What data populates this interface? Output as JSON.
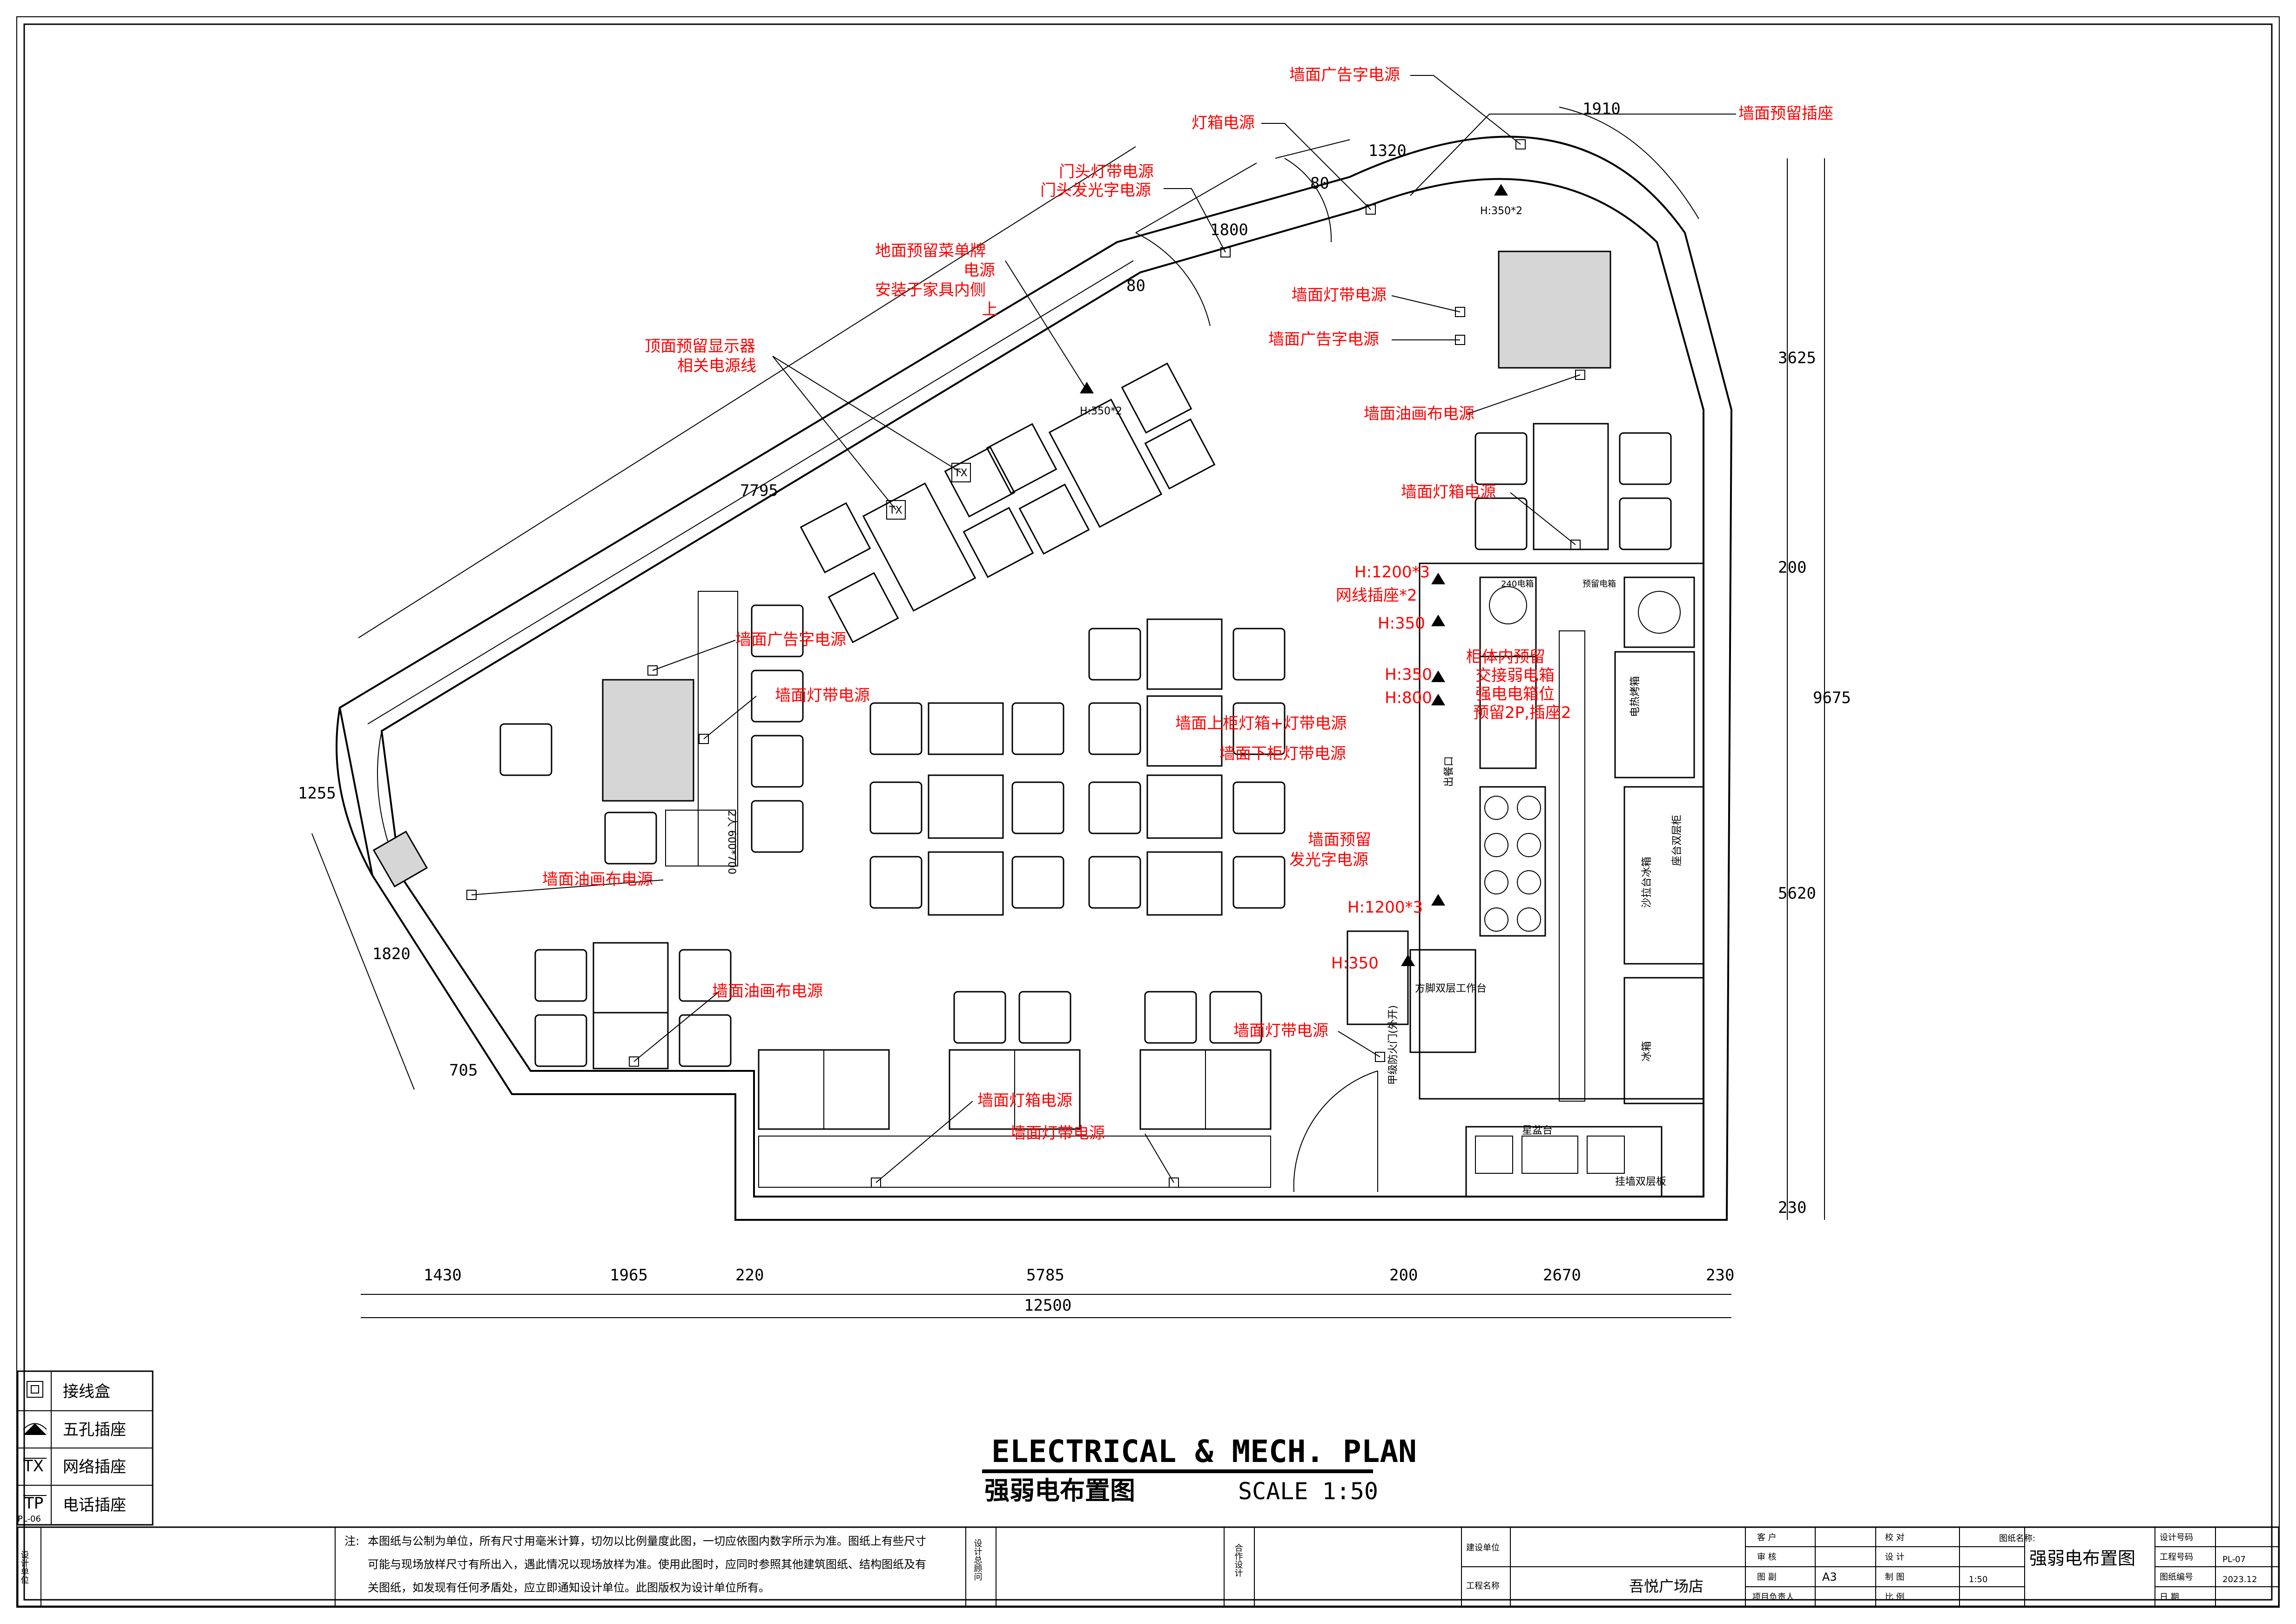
{
  "drawing": {
    "title_en": "ELECTRICAL & MECH. PLAN",
    "title_cn": "强弱电布置图",
    "scale": "SCALE 1:50"
  },
  "callouts": [
    {
      "text": "墙面广告字电源"
    },
    {
      "text": "墙面预留插座"
    },
    {
      "text": "灯箱电源"
    },
    {
      "text": "门头灯带电源"
    },
    {
      "text": "门头发光字电源"
    },
    {
      "text": "地面预留菜单牌"
    },
    {
      "text": "电源"
    },
    {
      "text": "安装于家具内侧"
    },
    {
      "text": "上"
    },
    {
      "text": "顶面预留显示器"
    },
    {
      "text": "相关电源线"
    },
    {
      "text": "墙面灯带电源"
    },
    {
      "text": "墙面广告字电源"
    },
    {
      "text": "墙面油画布电源"
    },
    {
      "text": "墙面灯箱电源"
    },
    {
      "text": "H:1200*3"
    },
    {
      "text": "网线插座*2"
    },
    {
      "text": "H:350"
    },
    {
      "text": "H:350"
    },
    {
      "text": "H:800"
    },
    {
      "text": "柜体内预留"
    },
    {
      "text": "交接弱电箱"
    },
    {
      "text": "强电电箱位"
    },
    {
      "text": "预留2P,插座2"
    },
    {
      "text": "墙面上柜灯箱+灯带电源"
    },
    {
      "text": "墙面下柜灯带电源"
    },
    {
      "text": "墙面预留"
    },
    {
      "text": "发光字电源"
    },
    {
      "text": "H:1200*3"
    },
    {
      "text": "H:350"
    },
    {
      "text": "墙面灯带电源"
    },
    {
      "text": "墙面广告字电源"
    },
    {
      "text": "墙面灯带电源"
    },
    {
      "text": "墙面油画布电源"
    },
    {
      "text": "墙面油画布电源"
    },
    {
      "text": "墙面灯箱电源"
    },
    {
      "text": "墙面灯带电源"
    }
  ],
  "dimensions": {
    "top": [
      "1910",
      "1320",
      "80",
      "1800",
      "80",
      "7795",
      "1255"
    ],
    "left": [
      "1820",
      "705"
    ],
    "right": [
      "3625",
      "200",
      "9675",
      "5620",
      "230"
    ],
    "bottom": [
      "1430",
      "1965",
      "220",
      "5785",
      "200",
      "2670",
      "230"
    ],
    "bottom_total": "12500",
    "heights": [
      "H:350*2",
      "H:350*2"
    ]
  },
  "room_labels": {
    "fire_door": "甲级防火门(外开)",
    "workbench": "方脚双层工作台",
    "electric_oven": "电热烤箱",
    "fridge1": "沙拉台冰箱",
    "fridge2": "座台双层柜",
    "fridge3": "冰箱",
    "sink": "星盆台",
    "shelf": "挂墙双层板",
    "outlet": "出餐口",
    "table_size": "2人 600*700",
    "panel1": "240电箱",
    "panel2": "预留电箱"
  },
  "legend": [
    {
      "icon": "junction-box-icon",
      "label": "接线盒"
    },
    {
      "icon": "five-hole-socket-icon",
      "label": "五孔插座"
    },
    {
      "icon": "network-socket-icon",
      "symbol": "TX",
      "label": "网络插座"
    },
    {
      "icon": "phone-socket-icon",
      "symbol": "TP",
      "label": "电话插座"
    }
  ],
  "sheet_code": "PL-06",
  "title_block": {
    "design_unit": "设计单位",
    "note_label": "注:",
    "note_line1": "本图纸与公制为单位，所有尺寸用毫米计算，切勿以比例量度此图，一切应依图内数字所示为准。图纸上有些尺寸",
    "note_line2": "可能与现场放样尺寸有所出入，遇此情况以现场放样为准。使用此图时，应同时参照其他建筑图纸、结构图纸及有",
    "note_line3": "关图纸，如发现有任何矛盾处，应立即通知设计单位。此图版权为设计单位所有。",
    "consultant": "设计总顾问",
    "partner": "合作设计",
    "owner_label": "建设单位",
    "project_label": "工程名称",
    "project_name": "吾悦广场店",
    "client": "客 户",
    "review": "审 核",
    "sheet_size_label": "图 副",
    "sheet_size": "A3",
    "pm": "项目负责人",
    "check": "校 对",
    "design": "设 计",
    "draw": "制 图",
    "ratio": "比 例",
    "ratio_value": "1:50",
    "drawing_name_label": "图纸名称:",
    "drawing_name": "强弱电布置图",
    "design_no": "设计号码",
    "project_no": "工程号码",
    "sheet_no_label": "图纸编号",
    "sheet_no": "PL-07",
    "date_label": "日 期",
    "date": "2023.12"
  }
}
